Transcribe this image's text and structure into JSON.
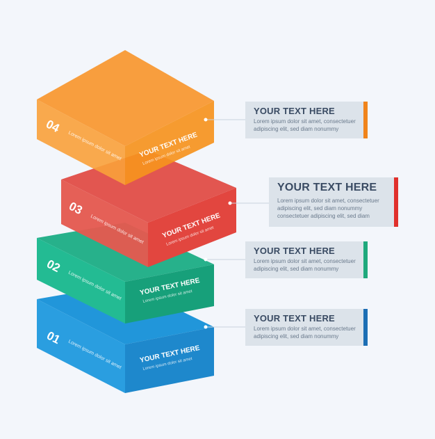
{
  "layers": [
    {
      "id": "01",
      "number": "01",
      "side_text": "Lorem ipsum dolor sit amet",
      "face_title": "YOUR TEXT HERE",
      "face_body": "Lorem ipsum dolor sit amet",
      "callout_title": "YOUR TEXT HERE",
      "callout_body": [
        "Lorem ipsum dolor sit amet, consectetuer",
        "adipiscing elit, sed diam nonummy"
      ],
      "colors": {
        "top": "#2196da",
        "left": "#2a9ee0",
        "right": "#1e88cc",
        "accent": "#1c6eb4"
      }
    },
    {
      "id": "02",
      "number": "02",
      "side_text": "Lorem ipsum dolor sit amet",
      "face_title": "YOUR TEXT HERE",
      "face_body": "Lorem ipsum dolor sit amet",
      "callout_title": "YOUR TEXT HERE",
      "callout_body": [
        "Lorem ipsum dolor sit amet, consectetuer",
        "adipiscing elit, sed diam nonummy"
      ],
      "colors": {
        "top": "#1eae86",
        "left": "#23bb93",
        "right": "#17a07a",
        "accent": "#1fa97c"
      }
    },
    {
      "id": "03",
      "number": "03",
      "side_text": "Lorem ipsum dolor sit amet",
      "face_title": "YOUR TEXT HERE",
      "face_body": "Lorem ipsum dolor sit amet",
      "callout_title": "YOUR TEXT HERE",
      "callout_body": [
        "Lorem ipsum dolor sit amet, consectetuer",
        "adipiscing elit, sed diam nonummy",
        "consectetuer adipiscing elit, sed diam"
      ],
      "colors": {
        "top": "#e04b45",
        "left": "#e45a50",
        "right": "#e2463f",
        "accent": "#e0302c"
      }
    },
    {
      "id": "04",
      "number": "04",
      "side_text": "Lorem ipsum dolor sit amet",
      "face_title": "YOUR TEXT HERE",
      "face_body": "Lorem ipsum dolor sit amet",
      "callout_title": "YOUR TEXT HERE",
      "callout_body": [
        "Lorem ipsum dolor sit amet, consectetuer",
        "adipiscing elit, sed diam nonummy"
      ],
      "colors": {
        "top": "#f7972f",
        "left": "#f9a13a",
        "right": "#f6921e",
        "accent": "#f0841a"
      }
    }
  ]
}
